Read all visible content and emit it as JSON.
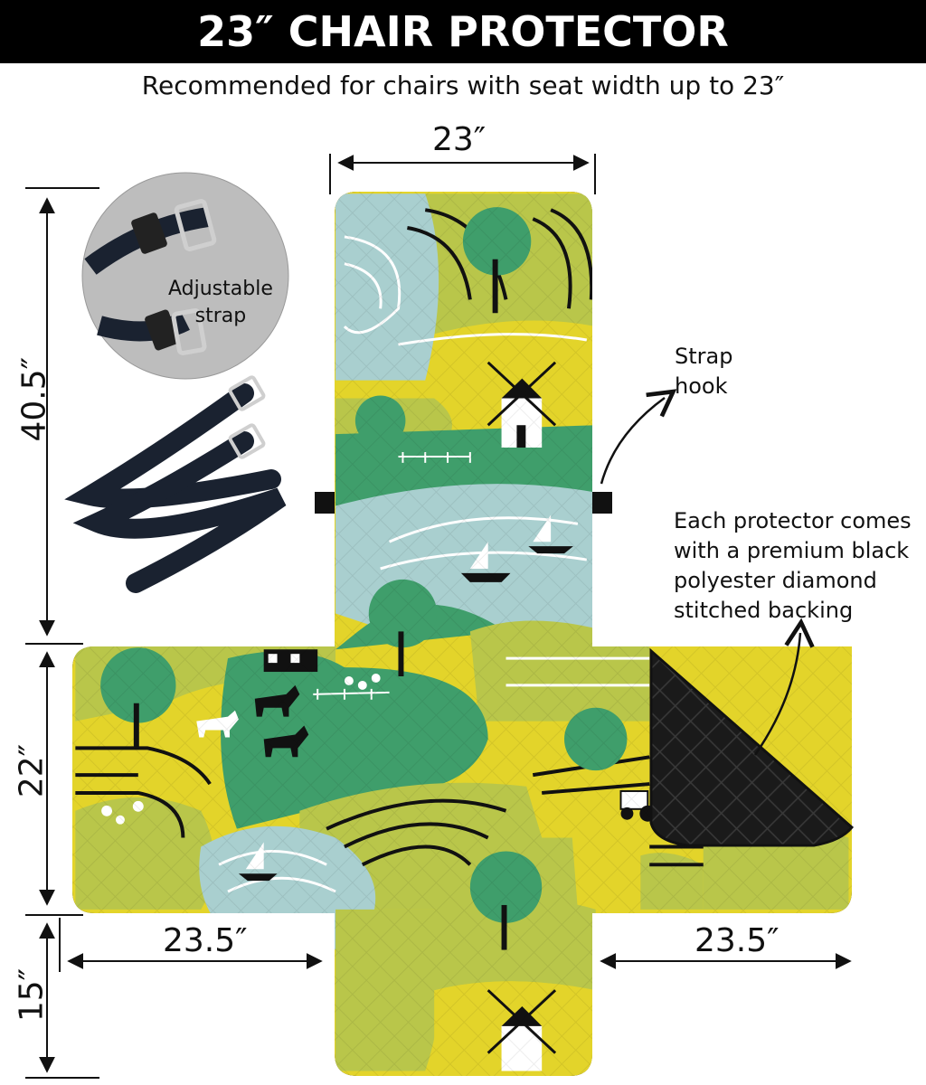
{
  "header": {
    "title": "23″ CHAIR PROTECTOR",
    "subtitle": "Recommended for chairs with seat width up to 23″"
  },
  "dimensions": {
    "top_width": "23″",
    "back_height": "40.5″",
    "seat_depth": "22″",
    "front_drop": "15″",
    "left_arm": "23.5″",
    "right_arm": "23.5″"
  },
  "callouts": {
    "strap_line1": "Adjustable",
    "strap_line2": "strap",
    "hook_line1": "Strap",
    "hook_line2": "hook",
    "backing_lines": [
      "Each protector comes",
      "with a premium black",
      "polyester diamond",
      "stitched backing"
    ]
  },
  "colors": {
    "header_bg": "#000000",
    "pattern_yellow": "#e3d42a",
    "pattern_olive": "#b9c64a",
    "pattern_green": "#3f9e6b",
    "pattern_water": "#a9cfcf",
    "backing": "#141414"
  }
}
